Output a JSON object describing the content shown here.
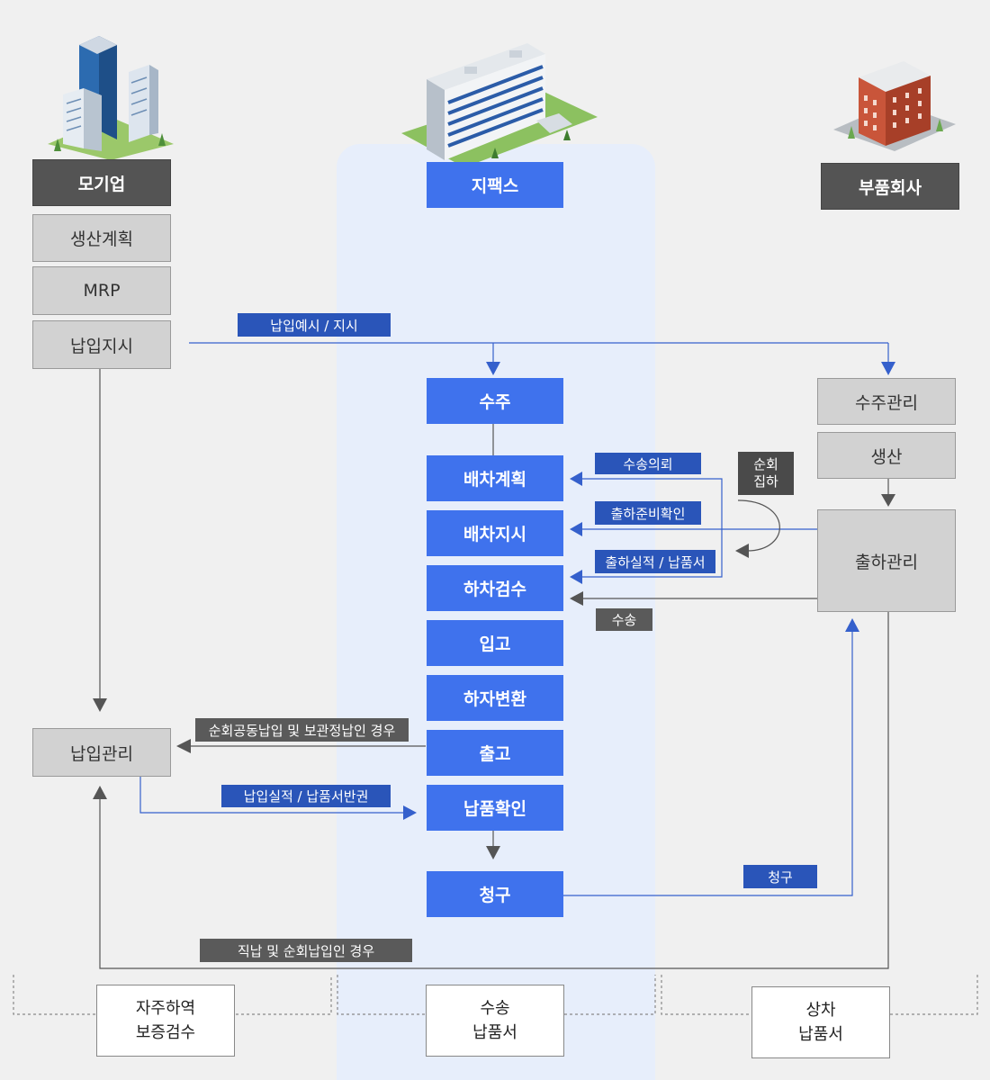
{
  "parties": {
    "oem": "모기업",
    "zipex": "지팩스",
    "supplier": "부품회사"
  },
  "oem_steps": {
    "plan": "생산계획",
    "mrp": "MRP",
    "order": "납입지시",
    "delivery_mgmt": "납입관리"
  },
  "supplier_steps": {
    "order_mgmt": "수주관리",
    "production": "생산",
    "shipping_mgmt": "출하관리"
  },
  "zipex_steps": {
    "receive_order": "수주",
    "dispatch_plan": "배차계획",
    "dispatch_order": "배차지시",
    "unload_inspect": "하차검수",
    "warehousing": "입고",
    "unload_change": "하자변환",
    "release": "출고",
    "delivery_confirm": "납품확인",
    "billing": "청구"
  },
  "labels": {
    "delivery_notice": "납입예시 / 지시",
    "transport_request": "수송의뢰",
    "ship_ready_confirm": "출하준비확인",
    "ship_result": "출하실적 / 납품서",
    "transport": "수송",
    "milk_run": "순회\n집하",
    "milk_run_joint": "순회공동납입 및 보관정납인 경우",
    "delivery_result": "납입실적 / 납품서반권",
    "bill": "청구",
    "direct_delivery": "직납 및 순회납입인 경우"
  },
  "documents": {
    "oem_doc": "자주하역\n보증검수",
    "zipex_doc": "수송\n납품서",
    "supplier_doc": "상차\n납품서"
  },
  "colors": {
    "blue_step": "#3f72ed",
    "blue_label": "#2a55b9",
    "gray_step": "#d2d2d2",
    "dark_header": "#545454",
    "lane": "#e7eefb",
    "connector_blue": "#3560cc",
    "connector_gray": "#555555"
  }
}
